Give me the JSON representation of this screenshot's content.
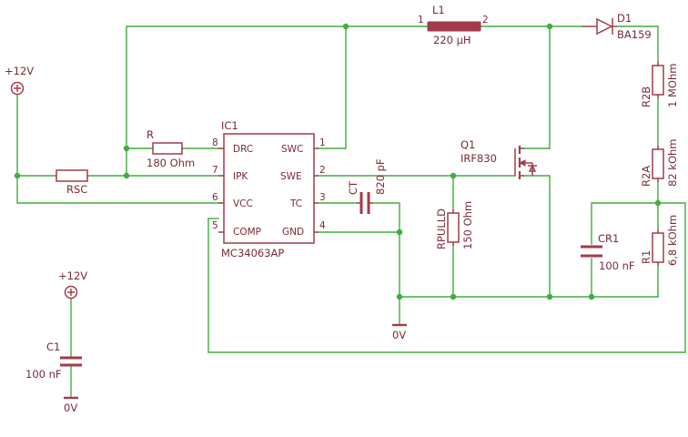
{
  "labels": {
    "vcc_top": "+12V",
    "vcc_bottom": "+12V",
    "gnd_main": "0V",
    "gnd_bottom": "0V",
    "l1_name": "L1",
    "l1_value": "220 µH",
    "l1_pin1": "1",
    "l1_pin2": "2",
    "d1_name": "D1",
    "d1_value": "BA159",
    "r_name": "R",
    "r_value": "180 Ohm",
    "rsc_name": "RSC",
    "ic_name": "IC1",
    "ic_part": "MC34063AP",
    "ct_name": "CT",
    "ct_value": "820 pF",
    "q1_name": "Q1",
    "q1_value": "IRF830",
    "rpulld_name": "RPULLD",
    "rpulld_value": "150 Ohm",
    "r2b_name": "R2B",
    "r2b_value": "1 MOhm",
    "r2a_name": "R2A",
    "r2a_value": "82 kOhm",
    "r1_name": "R1",
    "r1_value": "6,8 kOhm",
    "cr1_name": "CR1",
    "cr1_value": "100 nF",
    "c1_name": "C1",
    "c1_value": "100 nF"
  },
  "ic_pins": {
    "left": [
      {
        "num": "8",
        "name": "DRC"
      },
      {
        "num": "7",
        "name": "IPK"
      },
      {
        "num": "6",
        "name": "VCC"
      },
      {
        "num": "5",
        "name": "COMP"
      }
    ],
    "right": [
      {
        "num": "1",
        "name": "SWC"
      },
      {
        "num": "2",
        "name": "SWE"
      },
      {
        "num": "3",
        "name": "TC"
      },
      {
        "num": "4",
        "name": "GND"
      }
    ]
  },
  "colors": {
    "wire": "#3fae3f",
    "component": "#a33a4a",
    "text": "#7a2a38",
    "background": "#ffffff"
  }
}
